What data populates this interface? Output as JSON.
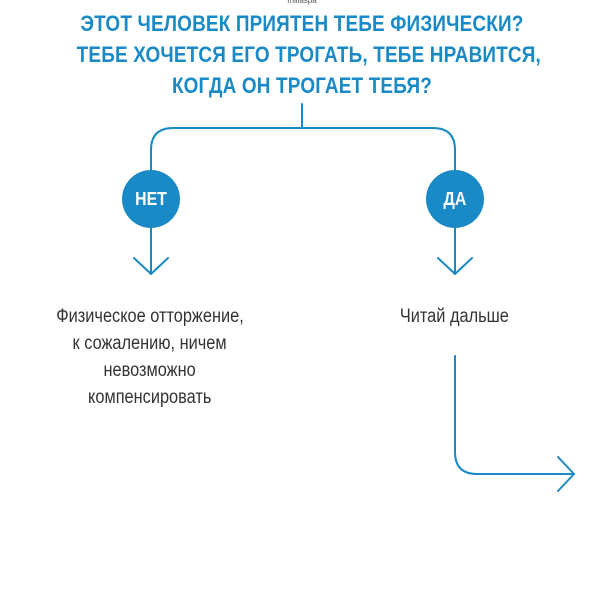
{
  "watermark": "miliaspa",
  "question": {
    "lines": [
      "ЭТОТ ЧЕЛОВЕК ПРИЯТЕН ТЕБЕ ФИЗИЧЕСКИ?",
      "ТЕБЕ ХОЧЕТСЯ ЕГО ТРОГАТЬ, ТЕБЕ НРАВИТСЯ,",
      "КОГДА ОН ТРОГАЕТ ТЕБЯ?"
    ]
  },
  "branches": {
    "no": {
      "label": "НЕТ",
      "outcome_lines": [
        "Физическое отторжение,",
        "к сожалению, ничем",
        "невозможно",
        "компенсировать"
      ]
    },
    "yes": {
      "label": "ДА",
      "outcome_lines": [
        "Читай дальше"
      ]
    }
  },
  "colors": {
    "accent": "#1a8ac6",
    "text": "#333333",
    "background": "#ffffff"
  }
}
